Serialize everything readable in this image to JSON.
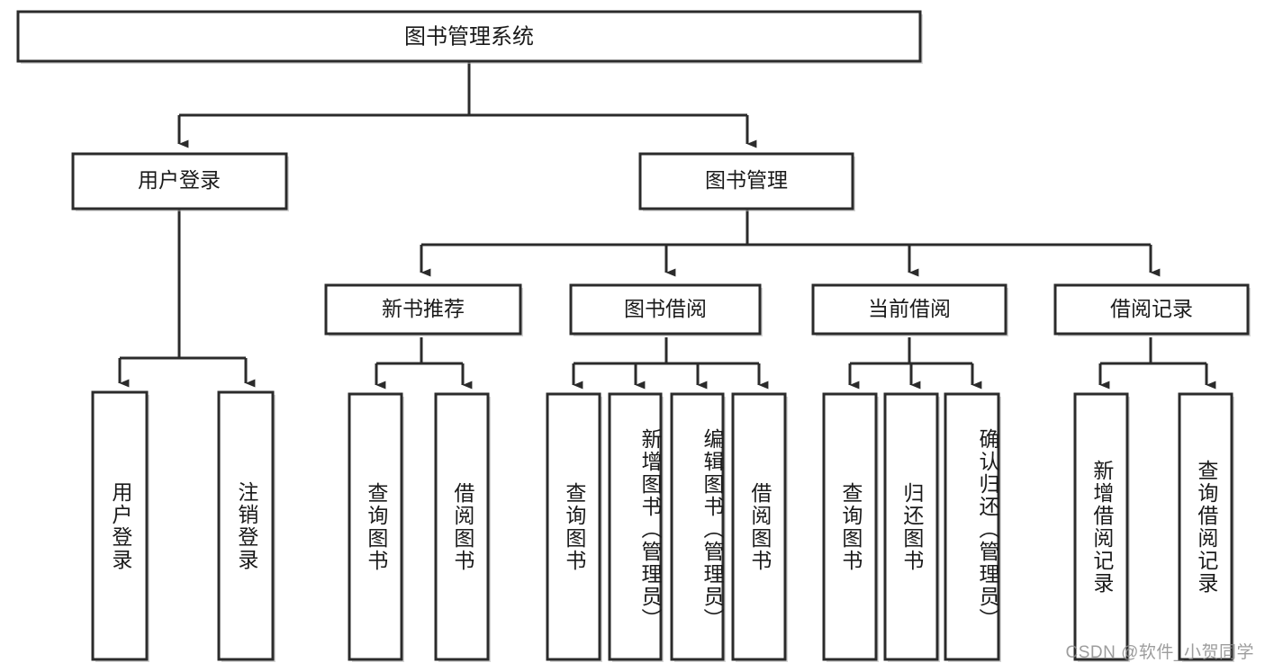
{
  "diagram": {
    "type": "tree-hierarchy",
    "title": "图书管理系统",
    "orientation": "top-down",
    "colors": {
      "box_stroke": "#2b2b2b",
      "box_fill": "#ffffff",
      "connector": "#2b2b2b",
      "text": "#1a1a1a",
      "background": "#ffffff",
      "watermark": "#8c8c8c"
    },
    "root": {
      "id": "root",
      "label": "图书管理系统"
    },
    "level2": [
      {
        "id": "user-login",
        "label": "用户登录"
      },
      {
        "id": "book-manage",
        "label": "图书管理"
      }
    ],
    "level3": [
      {
        "id": "new-book-recommend",
        "label": "新书推荐",
        "parent": "book-manage"
      },
      {
        "id": "book-borrow",
        "label": "图书借阅",
        "parent": "book-manage"
      },
      {
        "id": "current-borrow",
        "label": "当前借阅",
        "parent": "book-manage"
      },
      {
        "id": "borrow-record",
        "label": "借阅记录",
        "parent": "book-manage"
      }
    ],
    "leaves": [
      {
        "id": "leaf-user-login",
        "label": "用户登录",
        "parent": "user-login"
      },
      {
        "id": "leaf-logout-login",
        "label": "注销登录",
        "parent": "user-login"
      },
      {
        "id": "leaf-query-book-1",
        "label": "查询图书",
        "parent": "new-book-recommend"
      },
      {
        "id": "leaf-borrow-book-1",
        "label": "借阅图书",
        "parent": "new-book-recommend"
      },
      {
        "id": "leaf-query-book-2",
        "label": "查询图书",
        "parent": "book-borrow"
      },
      {
        "id": "leaf-add-book",
        "label": "新增图书（管理员）",
        "parent": "book-borrow"
      },
      {
        "id": "leaf-edit-book",
        "label": "编辑图书（管理员）",
        "parent": "book-borrow"
      },
      {
        "id": "leaf-borrow-book-2",
        "label": "借阅图书",
        "parent": "book-borrow"
      },
      {
        "id": "leaf-query-book-3",
        "label": "查询图书",
        "parent": "current-borrow"
      },
      {
        "id": "leaf-return-book",
        "label": "归还图书",
        "parent": "current-borrow"
      },
      {
        "id": "leaf-confirm-return",
        "label": "确认归还（管理员）",
        "parent": "current-borrow"
      },
      {
        "id": "leaf-add-record",
        "label": "新增借阅记录",
        "parent": "borrow-record"
      },
      {
        "id": "leaf-query-record",
        "label": "查询借阅记录",
        "parent": "borrow-record"
      }
    ],
    "watermark": "CSDN @软件_小贺同学"
  }
}
